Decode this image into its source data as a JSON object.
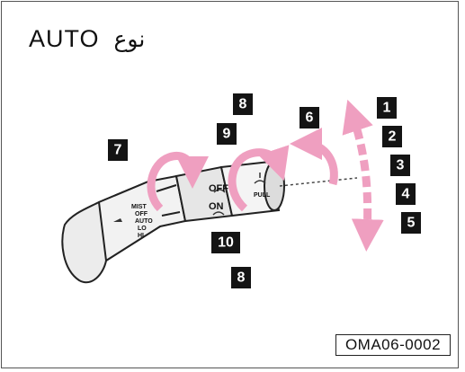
{
  "title": {
    "latin": "AUTO",
    "arabic": "نوع"
  },
  "badges": [
    "1",
    "2",
    "3",
    "4",
    "5",
    "6",
    "7",
    "8",
    "9",
    "10",
    "8"
  ],
  "switch_labels": {
    "off": "OFF",
    "on": "ON",
    "pull": "PULL",
    "mist": "MIST",
    "off_small": "OFF",
    "auto": "AUTO",
    "lo": "LO",
    "hi": "HI"
  },
  "figure_code": "OMA06-0002",
  "colors": {
    "arrow_pink": "#ef9fc0",
    "badge": "#141414",
    "lever_gray": "#e4e4e4"
  }
}
